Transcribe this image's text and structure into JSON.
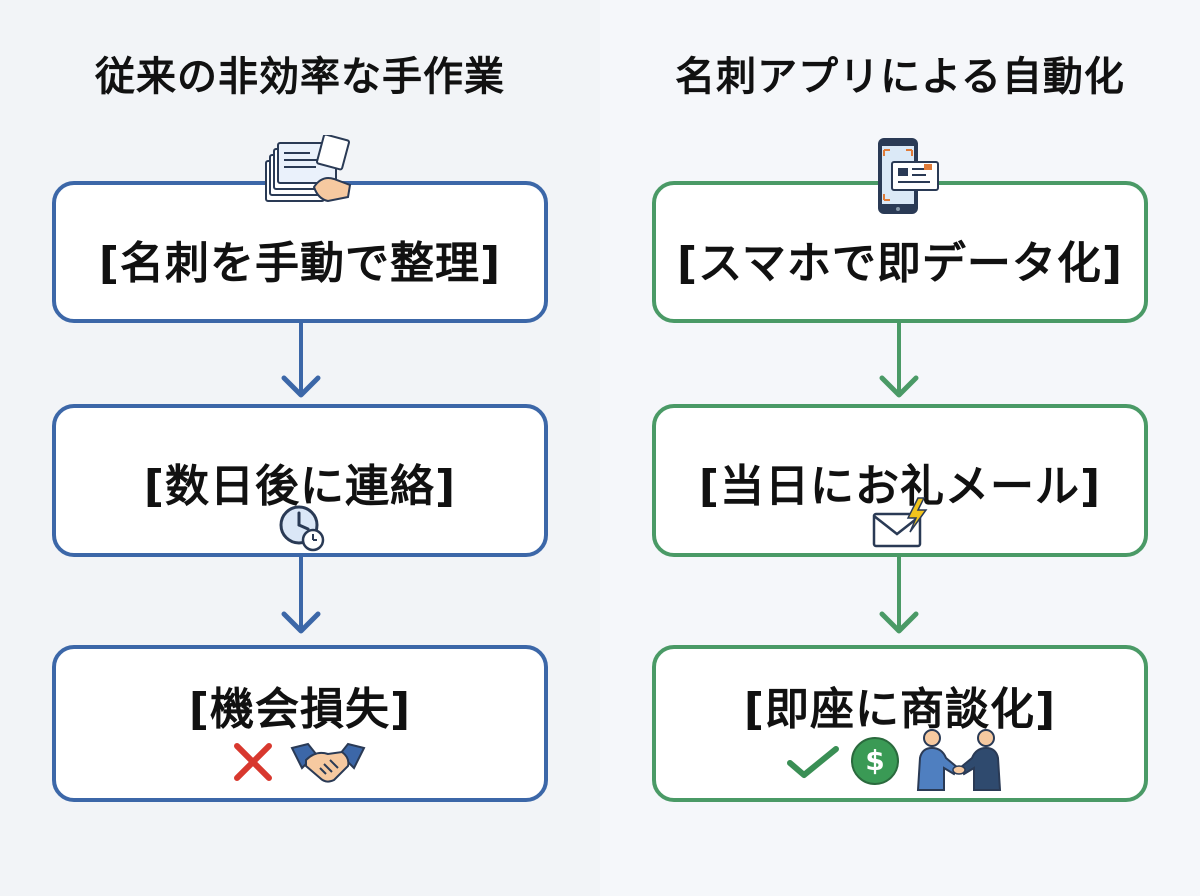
{
  "left": {
    "heading": "従来の非効率な手作業",
    "steps": [
      {
        "label": "[名刺を手動で整理]",
        "icon": "business-cards-hand-icon"
      },
      {
        "label": "[数日後に連絡]",
        "icon": "clock-icon"
      },
      {
        "label": "[機会損失]",
        "icons": [
          "cross-icon",
          "handshake-icon"
        ]
      }
    ],
    "accent": "#3c67a8"
  },
  "right": {
    "heading": "名刺アプリによる自動化",
    "steps": [
      {
        "label": "[スマホで即データ化]",
        "icon": "smartphone-scan-icon"
      },
      {
        "label": "[当日にお礼メール]",
        "icon": "email-lightning-icon"
      },
      {
        "label": "[即座に商談化]",
        "icons": [
          "check-icon",
          "dollar-coin-icon",
          "business-handshake-icon"
        ]
      }
    ],
    "accent": "#4a9a66"
  }
}
